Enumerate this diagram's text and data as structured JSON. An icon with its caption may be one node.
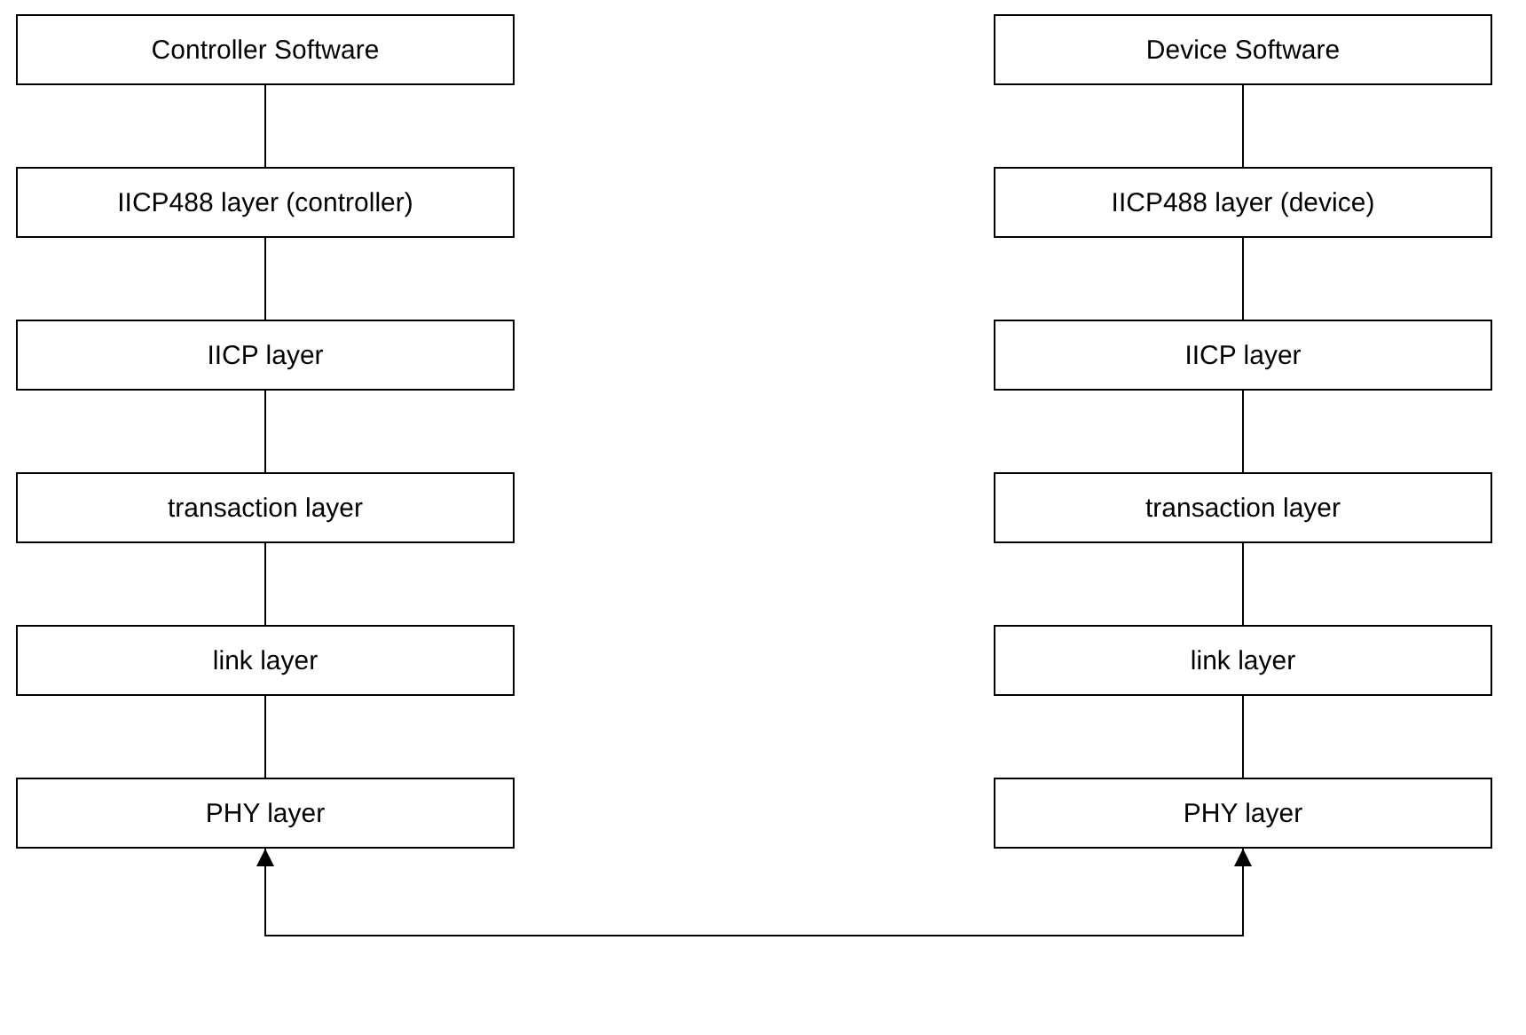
{
  "diagram": {
    "nodes": [
      {
        "text": [
          "Controller Software"
        ]
      },
      {
        "text": [
          "IICP488 layer (controller)"
        ]
      },
      {
        "text": [
          "IICP layer"
        ]
      },
      {
        "text": [
          "transaction layer"
        ]
      },
      {
        "text": [
          "link layer"
        ]
      },
      {
        "text": [
          "PHY layer"
        ]
      },
      {
        "text": [
          "Device Software"
        ]
      },
      {
        "text": [
          "IICP488 layer (device)"
        ]
      },
      {
        "text": [
          "IICP layer"
        ]
      },
      {
        "text": [
          "transaction layer"
        ]
      },
      {
        "text": [
          "link layer"
        ]
      },
      {
        "text": [
          "PHY layer"
        ]
      }
    ],
    "edges": [
      {
        "from": 0,
        "to": 1,
        "arrow": "none"
      },
      {
        "from": 1,
        "to": 2,
        "arrow": "none"
      },
      {
        "from": 2,
        "to": 3,
        "arrow": "none"
      },
      {
        "from": 3,
        "to": 4,
        "arrow": "none"
      },
      {
        "from": 4,
        "to": 5,
        "arrow": "none"
      },
      {
        "from": 6,
        "to": 7,
        "arrow": "none"
      },
      {
        "from": 7,
        "to": 8,
        "arrow": "none"
      },
      {
        "from": 8,
        "to": 9,
        "arrow": "none"
      },
      {
        "from": 9,
        "to": 10,
        "arrow": "none"
      },
      {
        "from": 10,
        "to": 11,
        "arrow": "none"
      },
      {
        "from": 5,
        "to": 11,
        "arrow": "both"
      }
    ]
  }
}
